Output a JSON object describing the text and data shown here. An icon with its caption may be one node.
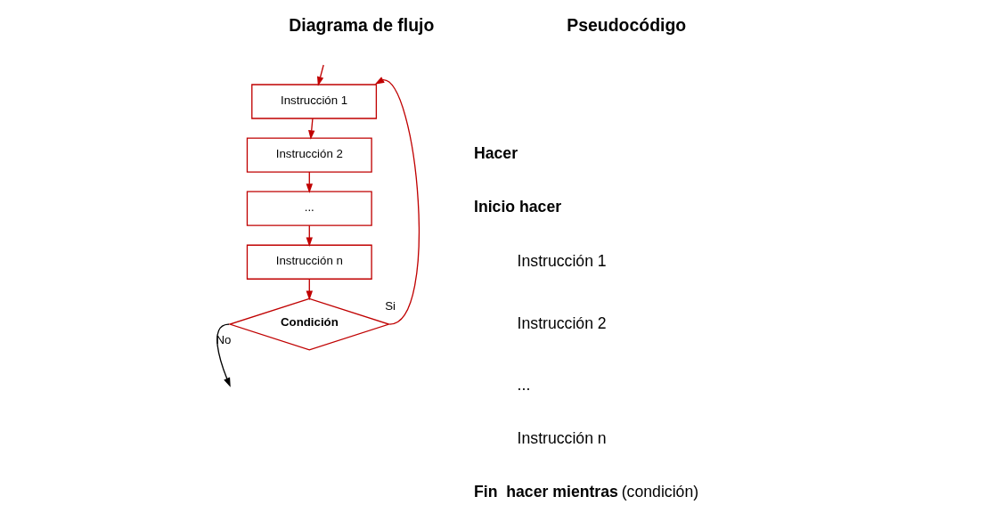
{
  "diagram": {
    "nodes": [
      {
        "text": [
          "Instrucción 1"
        ]
      },
      {
        "text": [
          "Instrucción 2"
        ]
      },
      {
        "text": [
          "..."
        ]
      },
      {
        "text": [
          "Instrucción n"
        ]
      },
      {
        "text": [
          "Condición"
        ]
      }
    ],
    "edges": [
      {
        "from": null,
        "to": 0,
        "arrow": "to"
      },
      {
        "from": 0,
        "to": 1,
        "arrow": "to"
      },
      {
        "from": 1,
        "to": 2,
        "arrow": "to"
      },
      {
        "from": 2,
        "to": 3,
        "arrow": "to"
      },
      {
        "from": 3,
        "to": 4,
        "arrow": "to"
      },
      {
        "from": 4,
        "to": 0,
        "arrow": "to",
        "label": "Si"
      },
      {
        "from": 4,
        "to": null,
        "arrow": "to",
        "label": "No",
        "color": "#000000"
      }
    ],
    "labels": [
      "Diagrama de flujo",
      "Pseudocódigo",
      "**Hacer**",
      "**Inicio hacer**",
      "Instrucción 1",
      "Instrucción 2",
      "...",
      "Instrucción n",
      "**Fin  hacer mientras** (condición)"
    ]
  }
}
